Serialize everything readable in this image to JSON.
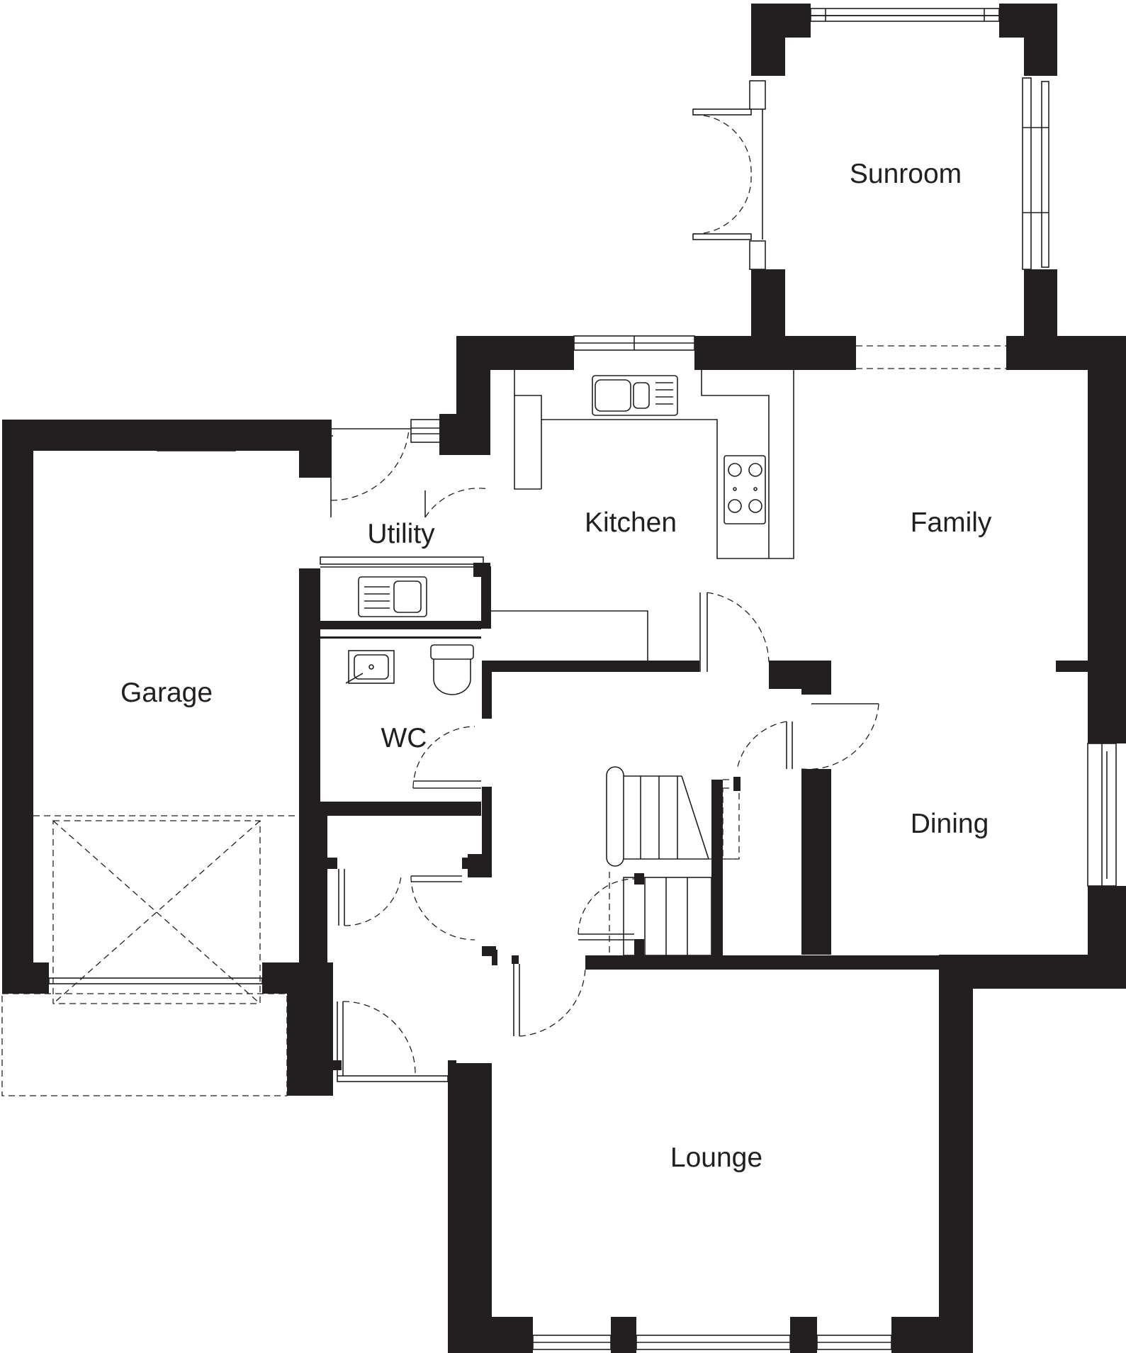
{
  "rooms": {
    "sunroom": "Sunroom",
    "kitchen": "Kitchen",
    "utility": "Utility",
    "family": "Family",
    "garage": "Garage",
    "wc": "WC",
    "dining": "Dining",
    "lounge": "Lounge"
  },
  "colors": {
    "wall": "#231f20",
    "background": "#ffffff"
  }
}
